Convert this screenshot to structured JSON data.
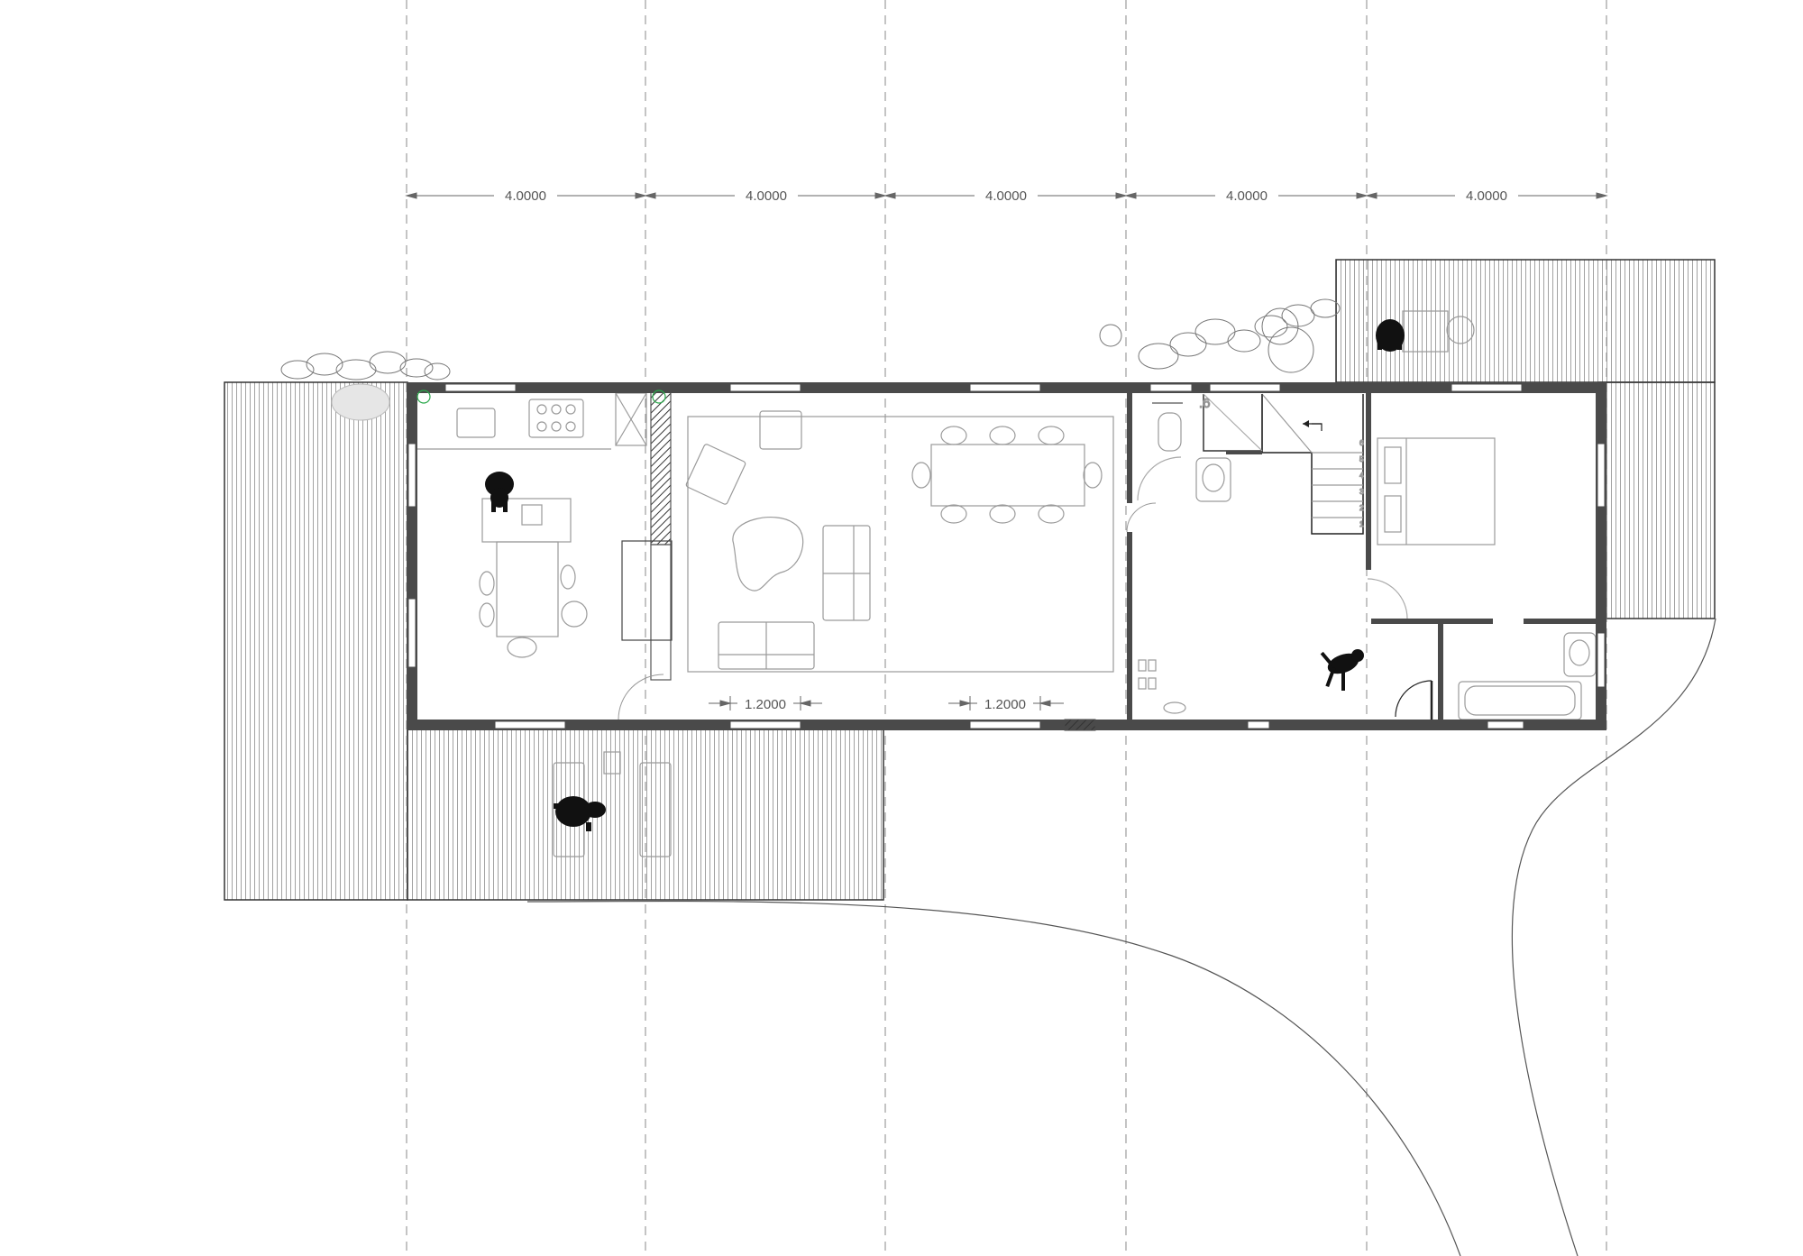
{
  "plan": {
    "grid_dimensions": [
      "4.0000",
      "4.0000",
      "4.0000",
      "4.0000",
      "4.0000"
    ],
    "opening_dimensions": [
      "1.2000",
      "1.2000"
    ],
    "partial_label": ".6",
    "stair_step_numbers": [
      "1",
      "2",
      "3",
      "4",
      "5",
      "6"
    ],
    "colors": {
      "wall": "#4a4a4a",
      "fixture_line": "#9a9a9a",
      "dimension_line": "#666666",
      "figure": "#111111",
      "marker_accent": "#2aa84a"
    }
  }
}
